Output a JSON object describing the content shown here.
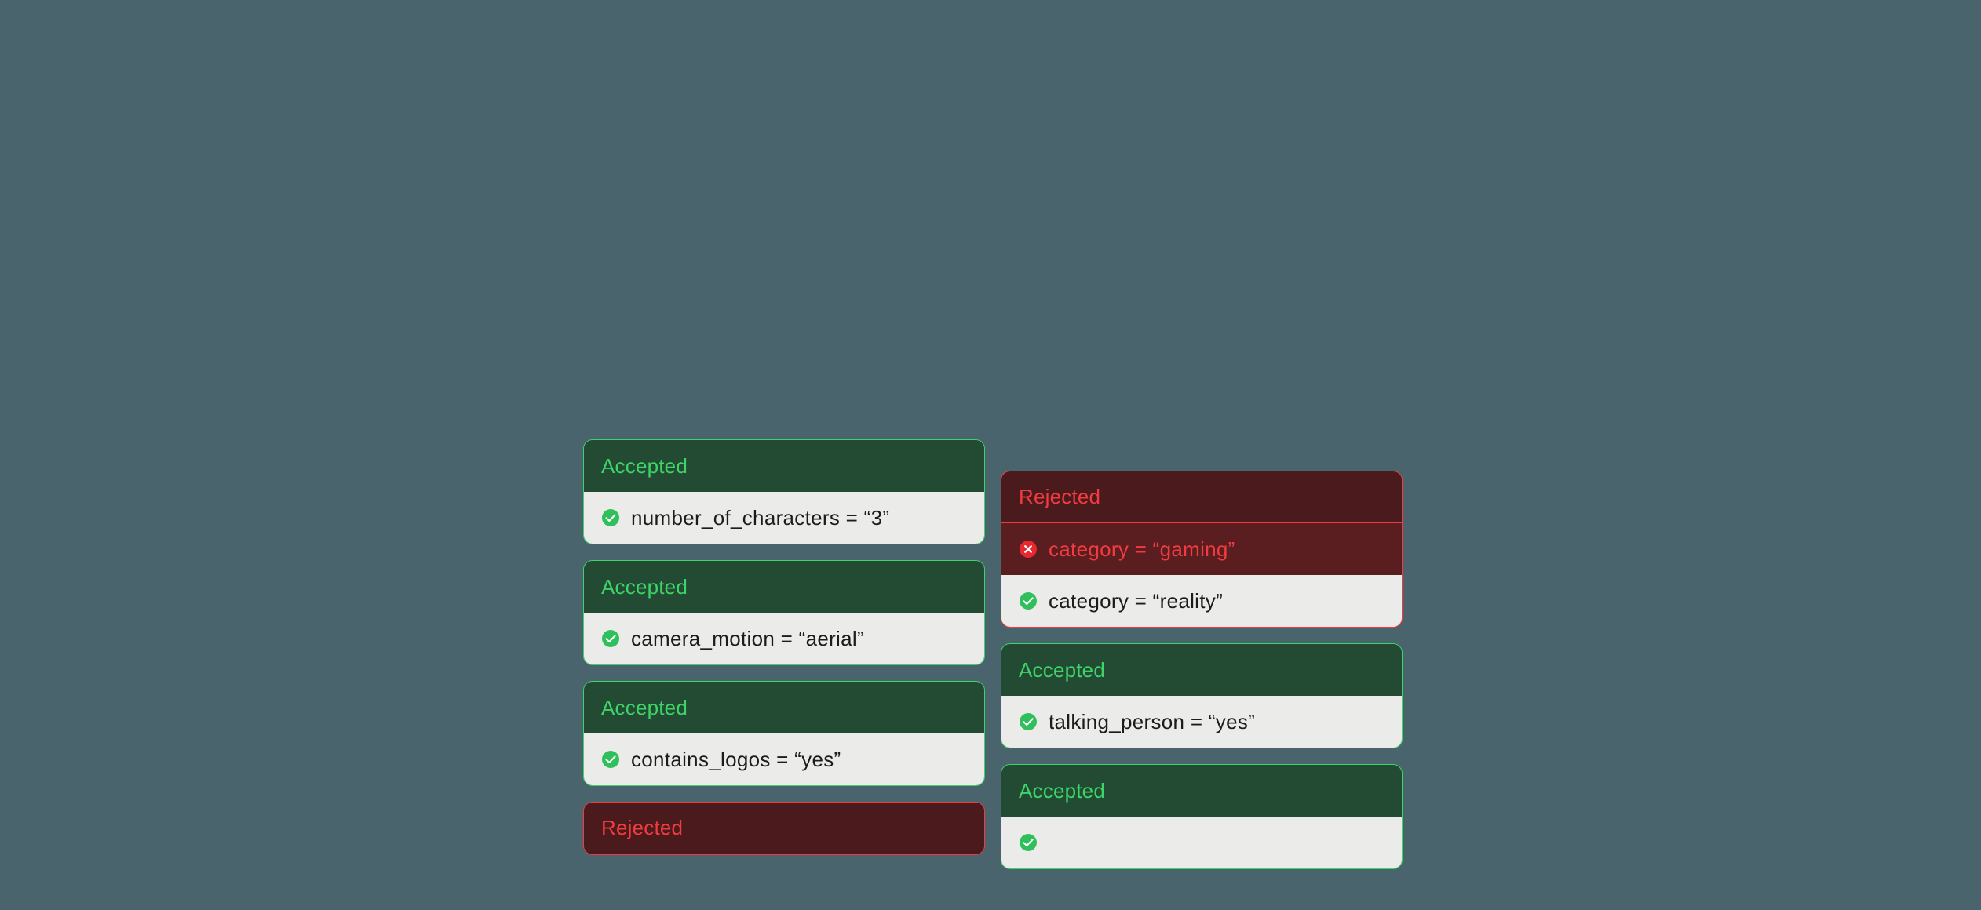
{
  "background_color": "#4A646E",
  "status_colors": {
    "accepted_border": "#3DD468",
    "accepted_header_bg": "#234A32",
    "accepted_label": "#3DD468",
    "rejected_border": "#F23B40",
    "rejected_header_bg": "#4A1A1C",
    "rejected_label": "#F23B40",
    "rejected_row_bg": "#5A1E20",
    "pass_row_bg": "#EBEBEA",
    "pass_row_text": "#1C1C1C"
  },
  "columns": [
    {
      "name": "left-column",
      "cards": [
        {
          "status": "accepted",
          "header_label": "Accepted",
          "rows": [
            {
              "icon": "check-circle-icon",
              "result": "pass",
              "text": "number_of_characters = “3”"
            }
          ]
        },
        {
          "status": "accepted",
          "header_label": "Accepted",
          "rows": [
            {
              "icon": "check-circle-icon",
              "result": "pass",
              "text": "camera_motion = “aerial”"
            }
          ]
        },
        {
          "status": "accepted",
          "header_label": "Accepted",
          "rows": [
            {
              "icon": "check-circle-icon",
              "result": "pass",
              "text": "contains_logos = “yes”"
            }
          ]
        },
        {
          "status": "rejected",
          "header_label": "Rejected",
          "rows": []
        }
      ]
    },
    {
      "name": "right-column",
      "cards": [
        {
          "status": "rejected",
          "header_label": "Rejected",
          "rows": [
            {
              "icon": "x-circle-icon",
              "result": "fail",
              "text": "category = “gaming”"
            },
            {
              "icon": "check-circle-icon",
              "result": "pass",
              "text": "category = “reality”"
            }
          ]
        },
        {
          "status": "accepted",
          "header_label": "Accepted",
          "rows": [
            {
              "icon": "check-circle-icon",
              "result": "pass",
              "text": "talking_person = “yes”"
            }
          ]
        },
        {
          "status": "accepted",
          "header_label": "Accepted",
          "rows": [
            {
              "icon": "check-circle-icon",
              "result": "pass",
              "text": ""
            }
          ]
        }
      ]
    }
  ]
}
